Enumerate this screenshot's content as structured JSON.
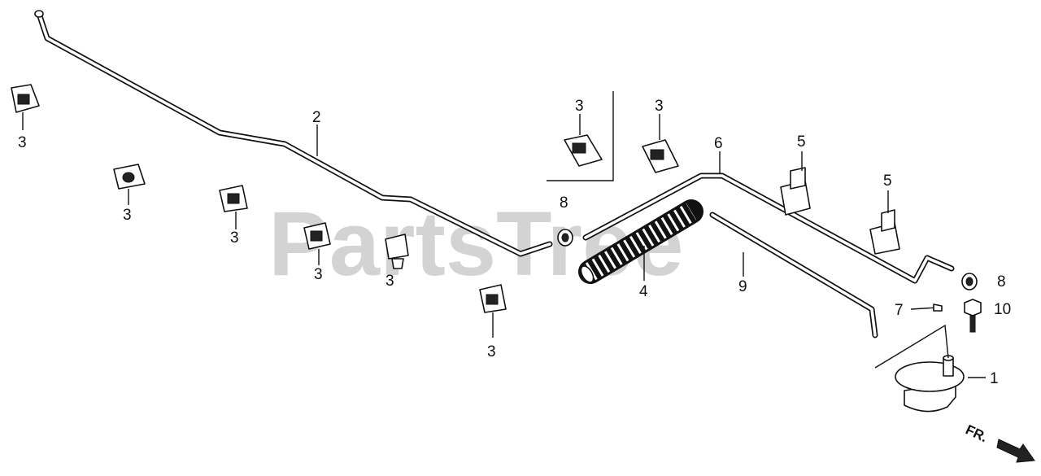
{
  "watermark": "PartsTree",
  "direction_label": "FR.",
  "callouts": {
    "c1": "1",
    "c2": "2",
    "c3a": "3",
    "c3b": "3",
    "c3c": "3",
    "c3d": "3",
    "c3e": "3",
    "c3f": "3",
    "c3g": "3",
    "c3h": "3",
    "c4": "4",
    "c5a": "5",
    "c5b": "5",
    "c6": "6",
    "c7": "7",
    "c8a": "8",
    "c8b": "8",
    "c9": "9",
    "c10": "10"
  }
}
